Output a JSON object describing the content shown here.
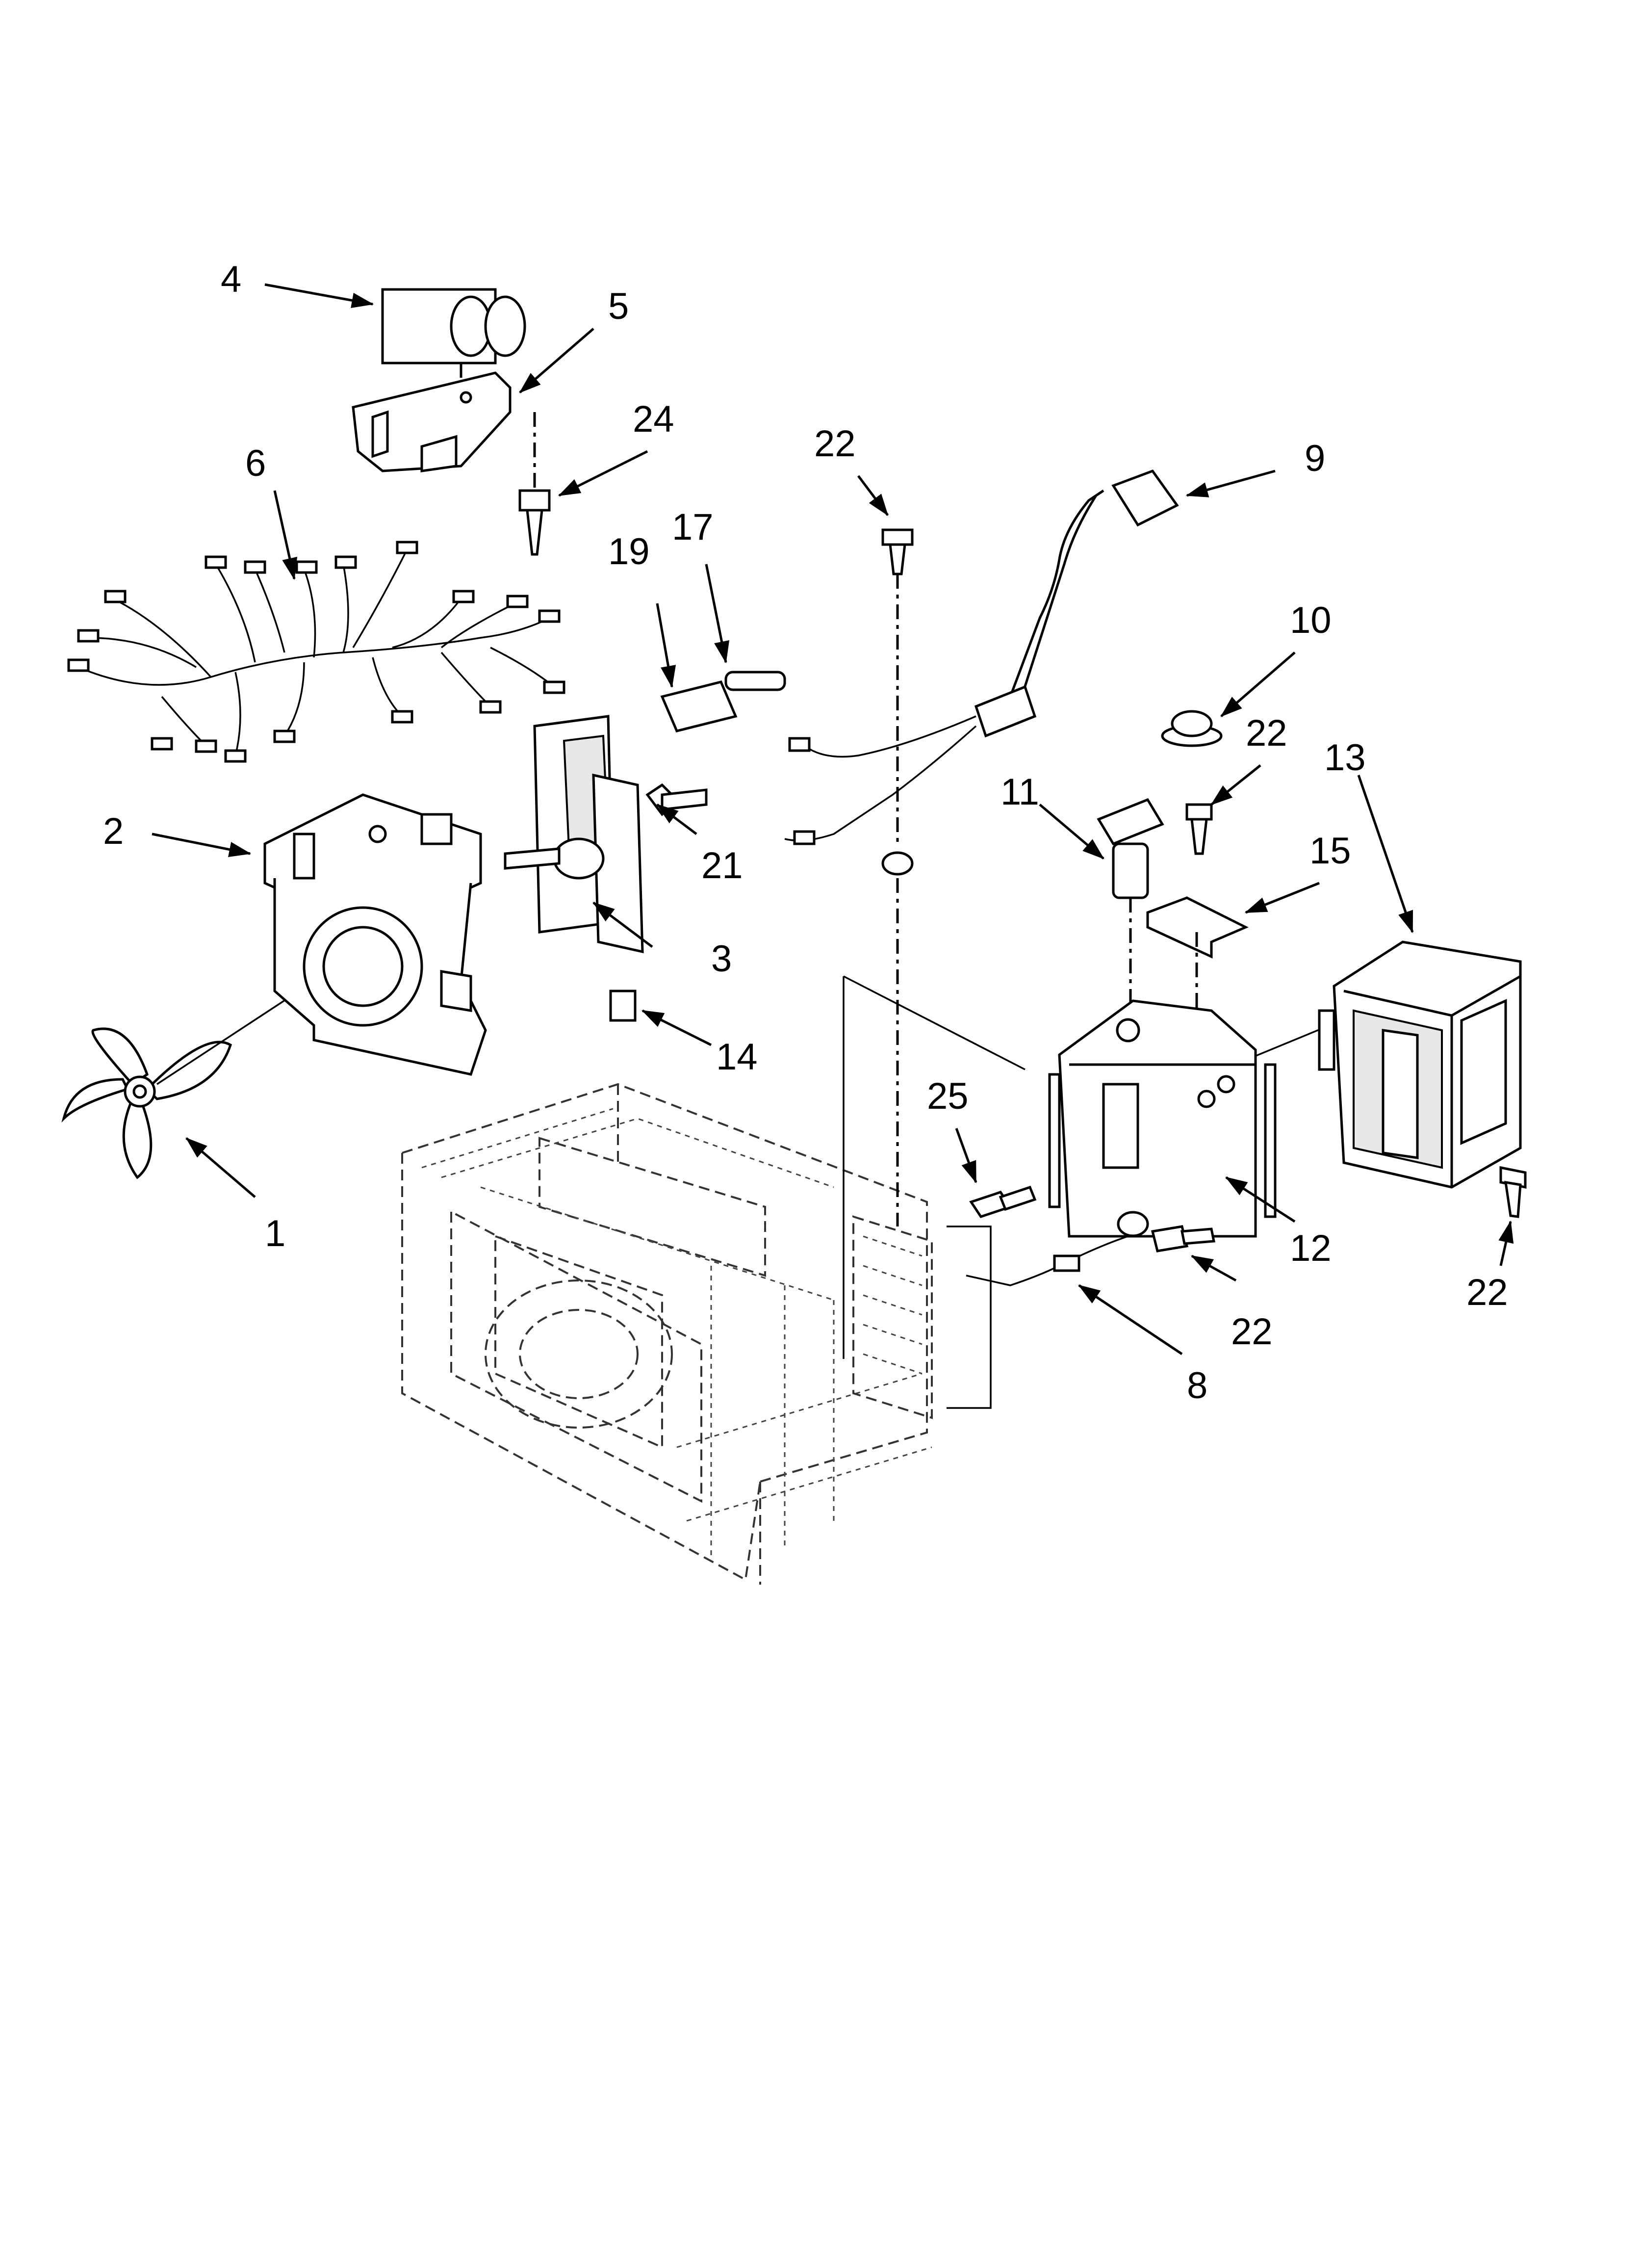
{
  "diagram": {
    "callouts": {
      "c1": "1",
      "c2": "2",
      "c3": "3",
      "c4": "4",
      "c5": "5",
      "c6": "6",
      "c8": "8",
      "c9": "9",
      "c10": "10",
      "c11": "11",
      "c12": "12",
      "c13": "13",
      "c14": "14",
      "c15": "15",
      "c17": "17",
      "c19": "19",
      "c21": "21",
      "c22a": "22",
      "c22b": "22",
      "c22c": "22",
      "c22d": "22",
      "c24": "24",
      "c25": "25"
    }
  }
}
